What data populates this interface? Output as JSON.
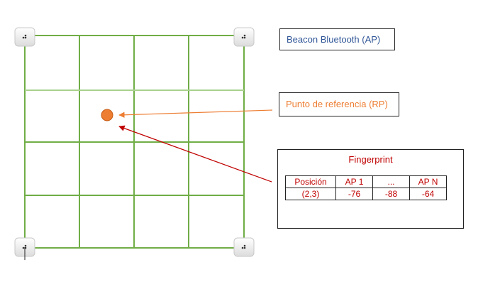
{
  "colors": {
    "grid": "#70ad47",
    "grid_light": "#a9d18e",
    "ap_text": "#2f5597",
    "rp": "#ed7d31",
    "rp_stroke": "#c55a11",
    "fingerprint": "#c00000"
  },
  "icons": {
    "beacon": "bluetooth-beacon-icon"
  },
  "legend": {
    "ap_label": "Beacon Bluetooth (AP)",
    "rp_label": "Punto de referencia (RP)"
  },
  "fingerprint": {
    "title": "Fingerprint",
    "headers": [
      "Posición",
      "AP 1",
      "...",
      "AP N"
    ],
    "row": [
      "(2,3)",
      "-76",
      "-88",
      "-64"
    ]
  }
}
